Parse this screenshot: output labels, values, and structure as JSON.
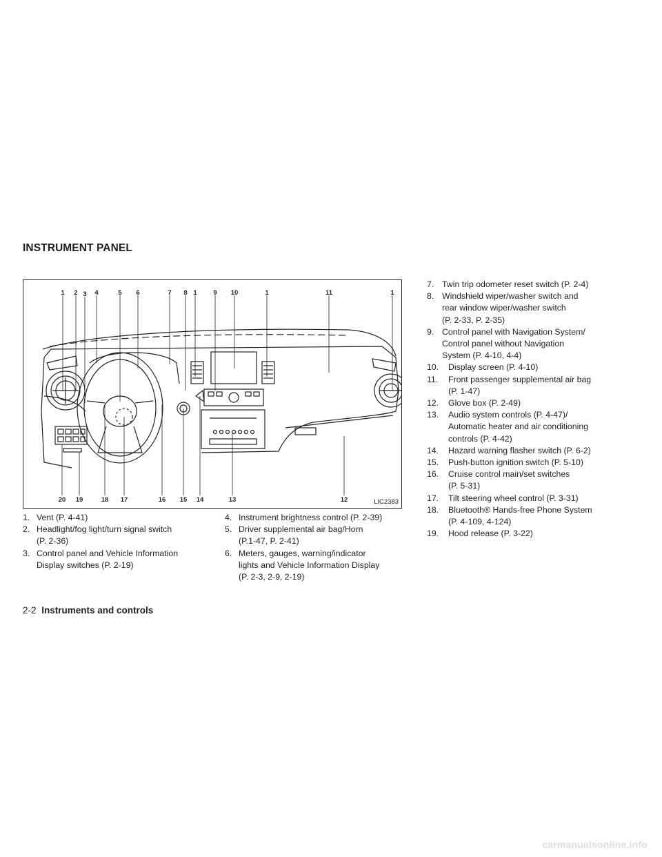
{
  "section_title": "INSTRUMENT PANEL",
  "figure": {
    "code": "LIC2383",
    "top_callouts": [
      "1",
      "2",
      "3",
      "4",
      "5",
      "6",
      "7",
      "8",
      "1",
      "9",
      "10",
      "1",
      "11",
      "1"
    ],
    "bottom_callouts": [
      "20",
      "19",
      "18",
      "17",
      "16",
      "15",
      "14",
      "13",
      "12"
    ]
  },
  "items": [
    {
      "num": "1.",
      "text": "Vent (P. 4-41)"
    },
    {
      "num": "2.",
      "text": "Headlight/fog light/turn signal switch",
      "cont": [
        "(P. 2-36)"
      ]
    },
    {
      "num": "3.",
      "text": "Control panel and Vehicle Information",
      "cont": [
        "Display switches (P. 2-19)"
      ]
    },
    {
      "num": "4.",
      "text": "Instrument brightness control (P. 2-39)"
    },
    {
      "num": "5.",
      "text": "Driver supplemental air bag/Horn",
      "cont": [
        "(P.1-47, P. 2-41)"
      ]
    },
    {
      "num": "6.",
      "text": "Meters, gauges, warning/indicator",
      "cont": [
        "lights and Vehicle Information Display",
        "(P. 2-3, 2-9, 2-19)"
      ]
    },
    {
      "num": "7.",
      "text": "Twin trip odometer reset switch (P. 2-4)"
    },
    {
      "num": "8.",
      "text": "Windshield wiper/washer switch and",
      "cont": [
        "rear window wiper/washer switch",
        "(P. 2-33, P. 2-35)"
      ]
    },
    {
      "num": "9.",
      "text": "Control panel with Navigation System/",
      "cont": [
        "Control panel without Navigation",
        "System (P. 4-10, 4-4)"
      ]
    },
    {
      "num": "10.",
      "text": "Display screen (P. 4-10)"
    },
    {
      "num": "11.",
      "text": "Front passenger supplemental air bag",
      "cont": [
        "(P. 1-47)"
      ]
    },
    {
      "num": "12.",
      "text": "Glove box (P. 2-49)"
    },
    {
      "num": "13.",
      "text": "Audio system controls (P. 4-47)/",
      "cont": [
        "Automatic heater and air conditioning",
        "controls (P. 4-42)"
      ]
    },
    {
      "num": "14.",
      "text": "Hazard warning flasher switch (P. 6-2)"
    },
    {
      "num": "15.",
      "text": "Push-button ignition switch (P. 5-10)"
    },
    {
      "num": "16.",
      "text": "Cruise control main/set switches",
      "cont": [
        "(P. 5-31)"
      ]
    },
    {
      "num": "17.",
      "text": "Tilt steering wheel control (P. 3-31)"
    },
    {
      "num": "18.",
      "text": "Bluetooth® Hands-free Phone System",
      "cont": [
        "(P. 4-109, 4-124)"
      ]
    },
    {
      "num": "19.",
      "text": "Hood release (P. 3-22)"
    }
  ],
  "footer": {
    "page": "2-2",
    "section": "Instruments and controls"
  },
  "watermark": "carmanualsonline.info"
}
